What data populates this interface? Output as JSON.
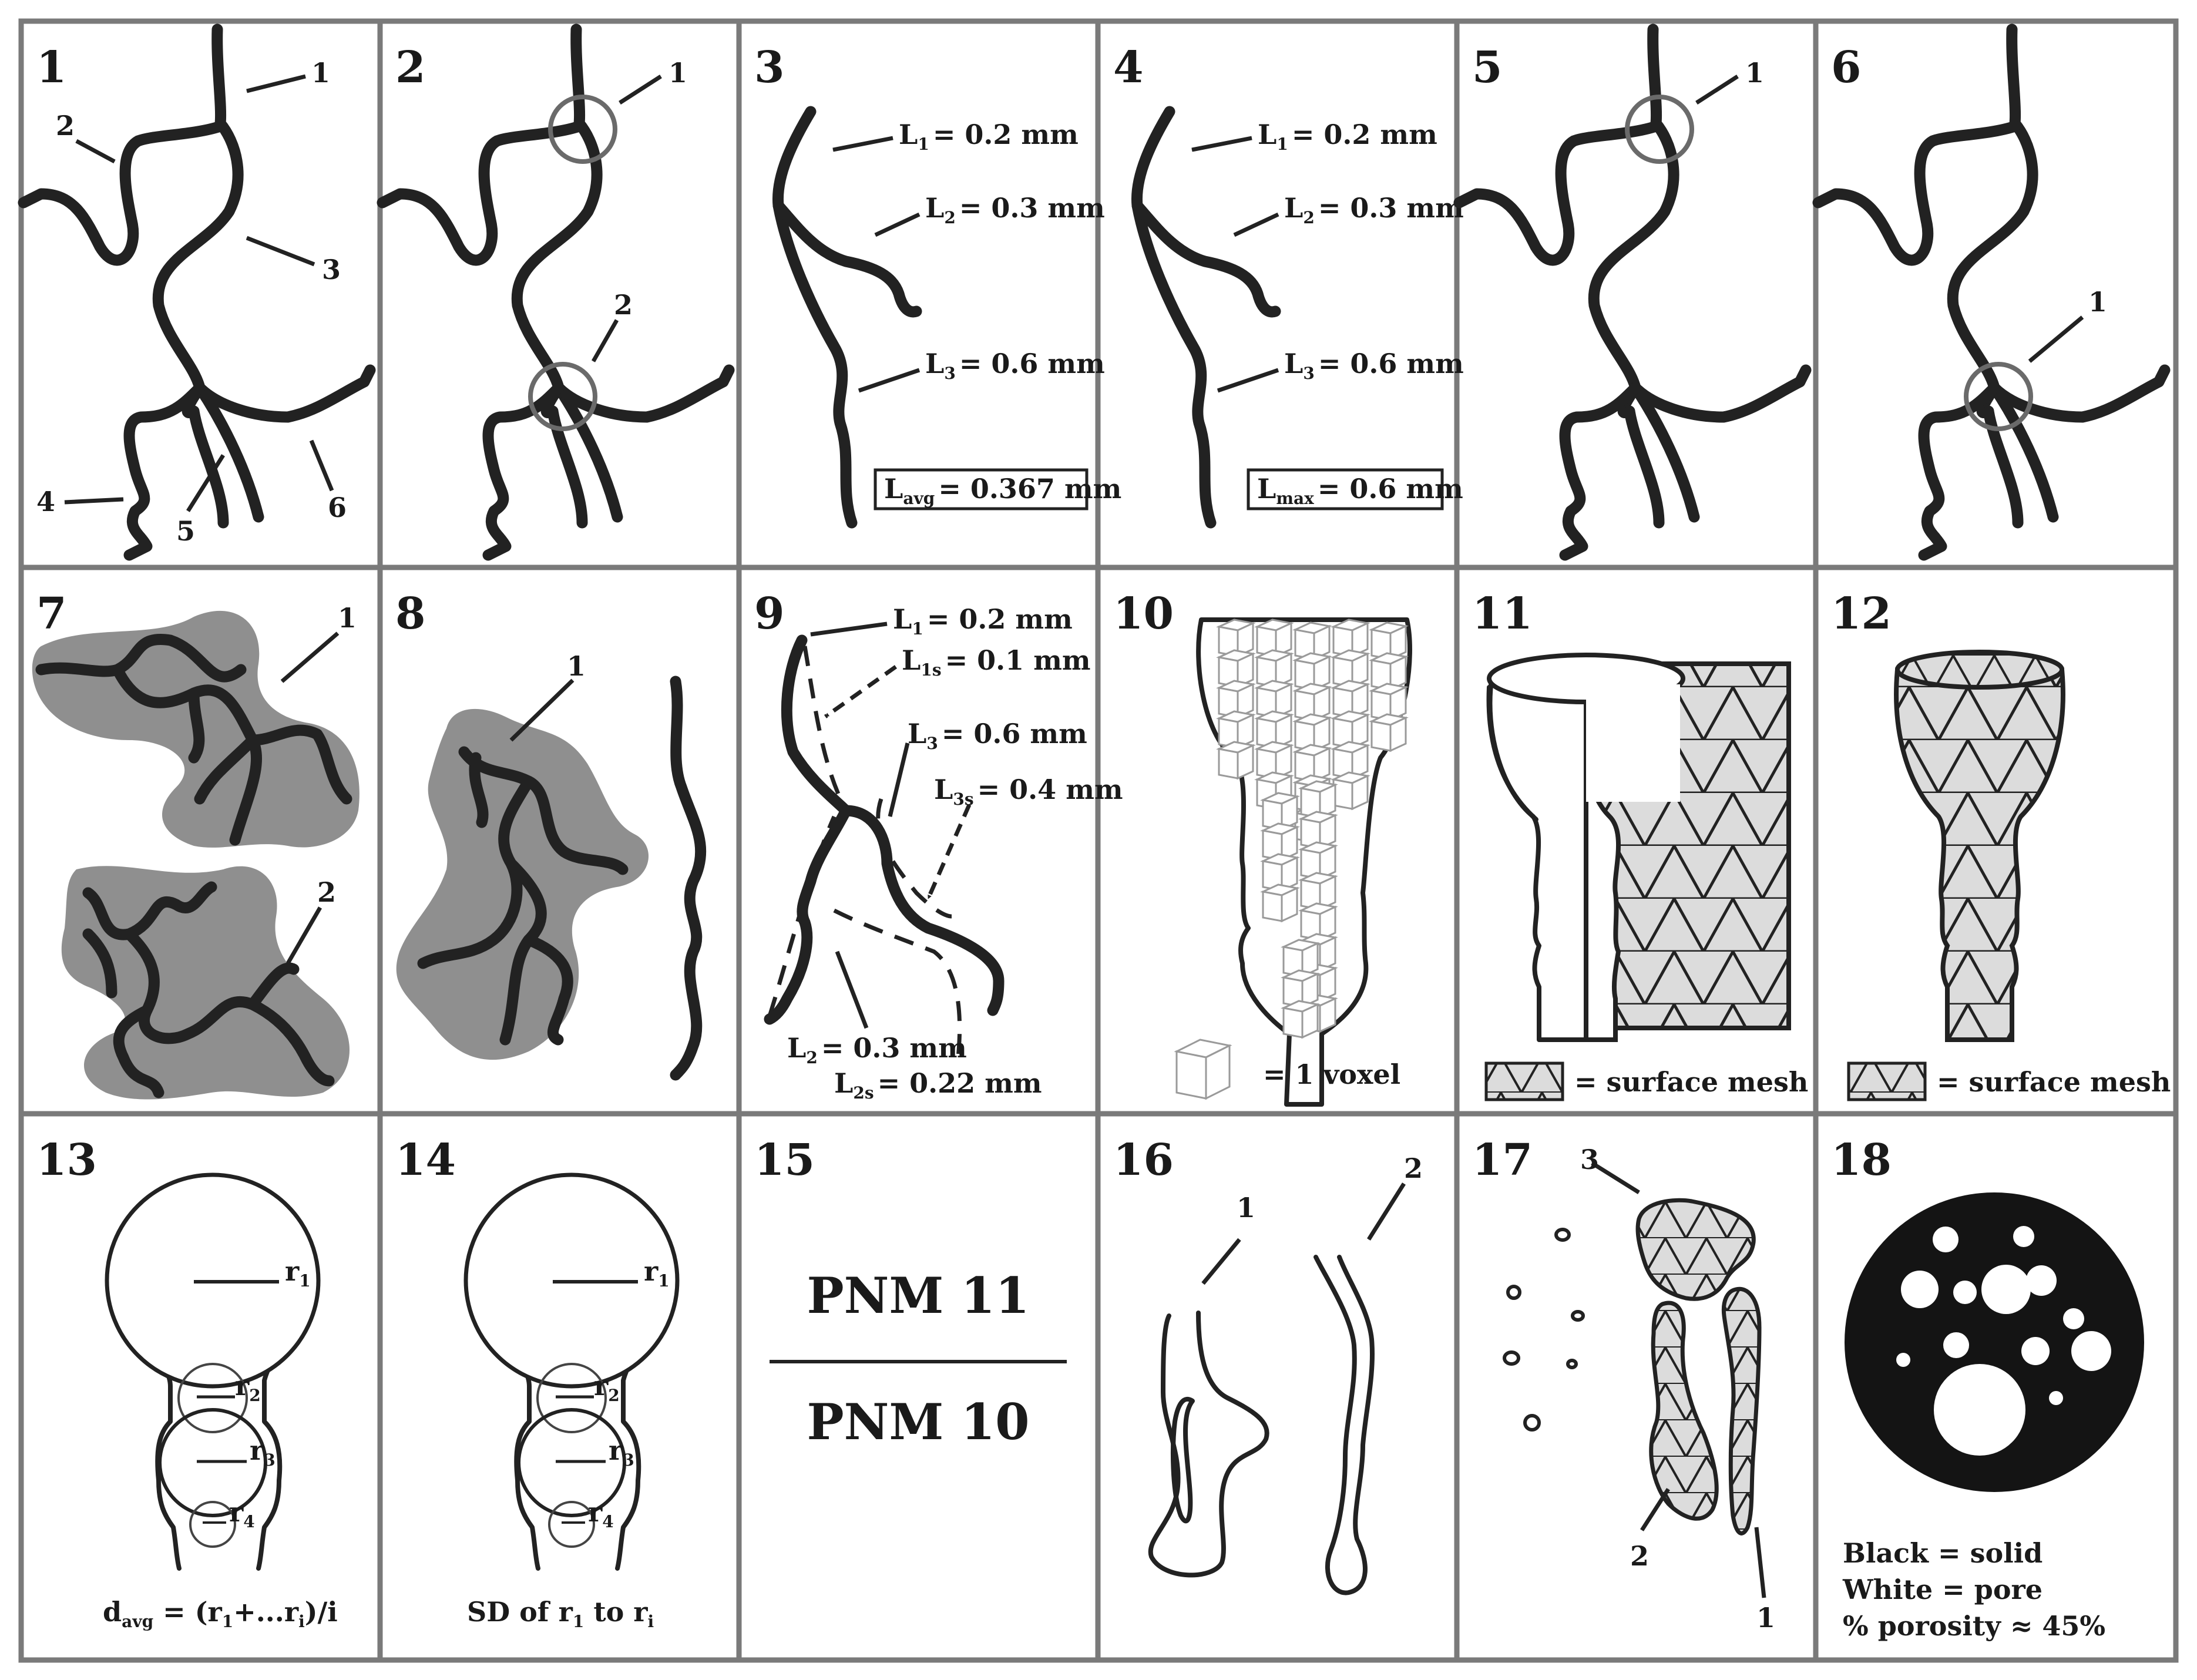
{
  "panels": [
    {
      "number": "1",
      "labels": [
        "1",
        "2",
        "3",
        "4",
        "5",
        "6"
      ]
    },
    {
      "number": "2",
      "labels": [
        "1",
        "2"
      ]
    },
    {
      "number": "3",
      "labels": {
        "L1": {
          "base": "L",
          "sub": "1",
          "value": "= 0.2 mm"
        },
        "L2": {
          "base": "L",
          "sub": "2",
          "value": "= 0.3 mm"
        },
        "L3": {
          "base": "L",
          "sub": "3",
          "value": "= 0.6 mm"
        }
      },
      "box": {
        "base": "L",
        "sub": "avg",
        "value": "= 0.367 mm"
      }
    },
    {
      "number": "4",
      "labels": {
        "L1": {
          "base": "L",
          "sub": "1",
          "value": "= 0.2 mm"
        },
        "L2": {
          "base": "L",
          "sub": "2",
          "value": "= 0.3 mm"
        },
        "L3": {
          "base": "L",
          "sub": "3",
          "value": "= 0.6 mm"
        }
      },
      "box": {
        "base": "L",
        "sub": "max",
        "value": "= 0.6 mm"
      }
    },
    {
      "number": "5",
      "labels": [
        "1"
      ]
    },
    {
      "number": "6",
      "labels": [
        "1"
      ]
    },
    {
      "number": "7",
      "labels": [
        "1",
        "2"
      ]
    },
    {
      "number": "8",
      "labels": [
        "1"
      ]
    },
    {
      "number": "9",
      "labels": {
        "L1": {
          "base": "L",
          "sub": "1",
          "value": "= 0.2 mm"
        },
        "L1s": {
          "base": "L",
          "sub": "1s",
          "value": "= 0.1 mm"
        },
        "L3": {
          "base": "L",
          "sub": "3",
          "value": "= 0.6 mm"
        },
        "L3s": {
          "base": "L",
          "sub": "3s",
          "value": "= 0.4 mm"
        },
        "L2": {
          "base": "L",
          "sub": "2",
          "value": "= 0.3 mm"
        },
        "L2s": {
          "base": "L",
          "sub": "2s",
          "value": "= 0.22 mm"
        }
      }
    },
    {
      "number": "10",
      "legend": "= 1 voxel"
    },
    {
      "number": "11",
      "legend": "= surface mesh"
    },
    {
      "number": "12",
      "legend": "= surface mesh"
    },
    {
      "number": "13",
      "radii": [
        {
          "base": "r",
          "sub": "1"
        },
        {
          "base": "r",
          "sub": "2"
        },
        {
          "base": "r",
          "sub": "3"
        },
        {
          "base": "r",
          "sub": "4"
        }
      ],
      "formula": {
        "p1": "d",
        "p1sub": "avg",
        "p2": " = (r",
        "p2sub": "1",
        "p3": "+...r",
        "p3sub": "i",
        "p4": ")/i"
      }
    },
    {
      "number": "14",
      "radii": [
        {
          "base": "r",
          "sub": "1"
        },
        {
          "base": "r",
          "sub": "2"
        },
        {
          "base": "r",
          "sub": "3"
        },
        {
          "base": "r",
          "sub": "4"
        }
      ],
      "formula": {
        "p1": "SD of r",
        "p1sub": "1",
        "p2": " to r",
        "p2sub": "i"
      }
    },
    {
      "number": "15",
      "numerator": "PNM 11",
      "denominator": "PNM 10"
    },
    {
      "number": "16",
      "labels": [
        "1",
        "2"
      ]
    },
    {
      "number": "17",
      "labels": [
        "3",
        "2",
        "1"
      ]
    },
    {
      "number": "18",
      "legend": [
        "Black = solid",
        "White = pore",
        "% porosity ≈ 45%"
      ]
    }
  ]
}
